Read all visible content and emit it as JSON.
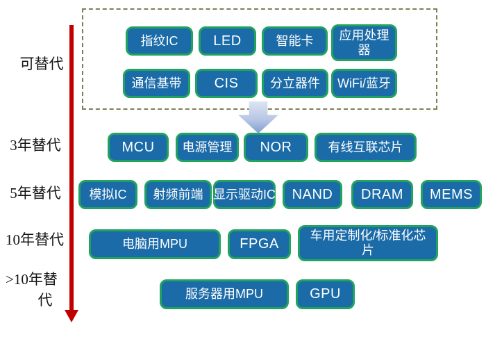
{
  "colors": {
    "chip_fill": "#1b6ba8",
    "chip_border": "#21a35f",
    "chip_text": "#ffffff",
    "timeline_arrow": "#c00000",
    "dashed_border": "#7f7f57",
    "flow_arrow_light": "#dde4f2",
    "flow_arrow_dark": "#7f9fd1",
    "label_text": "#151515"
  },
  "rows": [
    {
      "label": "可替代",
      "boxes": [
        {
          "text": "指纹IC"
        },
        {
          "text": "LED"
        },
        {
          "text": "智能卡"
        },
        {
          "text": "应用处理器"
        },
        {
          "text": "通信基带"
        },
        {
          "text": "CIS"
        },
        {
          "text": "分立器件"
        },
        {
          "text": "WiFi/蓝牙"
        }
      ]
    },
    {
      "label": "3年替代",
      "boxes": [
        {
          "text": "MCU"
        },
        {
          "text": "电源管理"
        },
        {
          "text": "NOR"
        },
        {
          "text": "有线互联芯片"
        }
      ]
    },
    {
      "label": "5年替代",
      "boxes": [
        {
          "text": "模拟IC"
        },
        {
          "text": "射频前端"
        },
        {
          "text": "显示驱动IC"
        },
        {
          "text": "NAND"
        },
        {
          "text": "DRAM"
        },
        {
          "text": "MEMS"
        }
      ]
    },
    {
      "label": "10年替代",
      "boxes": [
        {
          "text": "电脑用MPU"
        },
        {
          "text": "FPGA"
        },
        {
          "text": "车用定制化/标准化芯片"
        }
      ]
    },
    {
      "label_line1": ">10年替",
      "label_line2": "代",
      "boxes": [
        {
          "text": "服务器用MPU"
        },
        {
          "text": "GPU"
        }
      ]
    }
  ]
}
